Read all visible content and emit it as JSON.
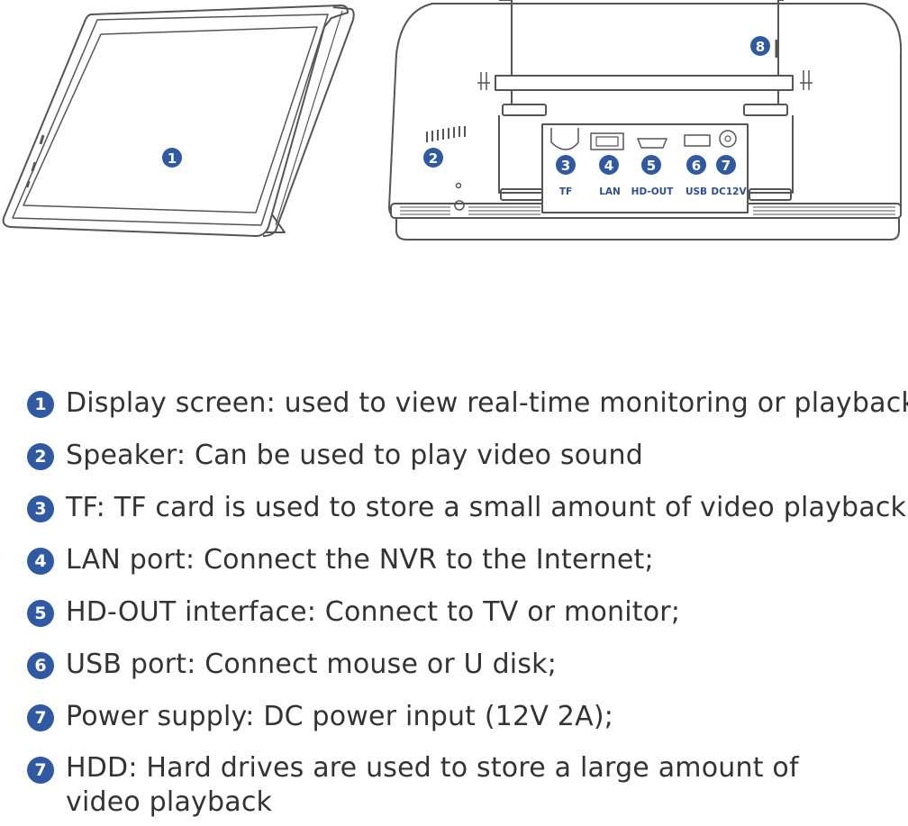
{
  "colors": {
    "badge": "#2f5aa3",
    "line": "#555555",
    "text": "#333333"
  },
  "callouts": {
    "screen": "1",
    "speaker": "2",
    "tf": "3",
    "lan": "4",
    "hdout": "5",
    "usb": "6",
    "dc": "7",
    "hdd": "8"
  },
  "port_labels": {
    "tf": "TF",
    "lan": "LAN",
    "hdout": "HD-OUT",
    "usb": "USB",
    "dc": "DC12V"
  },
  "legend": [
    {
      "num": "1",
      "text": "Display screen: used to view real-time monitoring or playback"
    },
    {
      "num": "2",
      "text": "Speaker: Can be used to play video sound"
    },
    {
      "num": "3",
      "text": "TF: TF card is used to store a small amount of video playback"
    },
    {
      "num": "4",
      "text": "LAN port: Connect the NVR to the Internet;"
    },
    {
      "num": "5",
      "text": "HD-OUT interface: Connect to TV or monitor;"
    },
    {
      "num": "6",
      "text": "USB port: Connect mouse or U disk;"
    },
    {
      "num": "7",
      "text": "Power supply: DC power input (12V 2A);"
    },
    {
      "num": "7",
      "text": "HDD: Hard drives are used to store a large amount of video playback"
    }
  ]
}
